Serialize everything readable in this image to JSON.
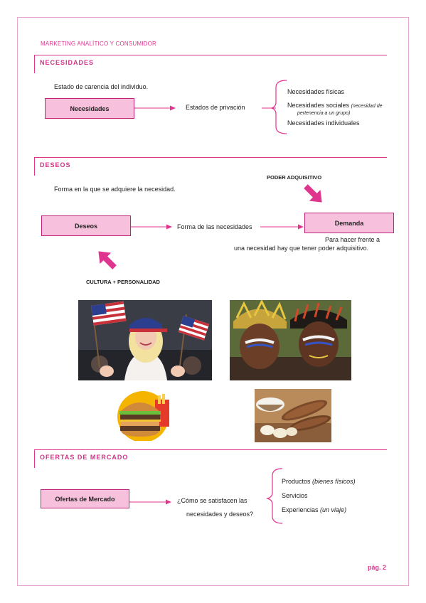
{
  "header": {
    "title": "MARKETING ANALÍTICO Y CONSUMIDOR"
  },
  "necesidades": {
    "section_title": "NECESIDADES",
    "definition": "Estado de carencia del individuo.",
    "box_label": "Necesidades",
    "arrow_text": "Estados de privación",
    "list": {
      "item1": "Necesidades físicas",
      "item2_main": "Necesidades sociales",
      "item2_note_line1": "(necesidad de",
      "item2_note_line2": "pertenencia a un grupo)",
      "item3": "Necesidades individuales"
    }
  },
  "deseos": {
    "section_title": "DESEOS",
    "poder_label": "PODER ADQUISITIVO",
    "definition": "Forma en la que se adquiere la necesidad.",
    "box_label": "Deseos",
    "arrow_text": "Forma de las necesidades",
    "demanda_label": "Demanda",
    "demanda_note_line1": "Para hacer frente a",
    "demanda_note_line2": "una necesidad hay que tener poder adquisitivo.",
    "cultura_label": "CULTURA + PERSONALIDAD"
  },
  "ofertas": {
    "section_title": "OFERTAS DE MERCADO",
    "box_label": "Ofertas de Mercado",
    "question_line1": "¿Cómo se satisfacen las",
    "question_line2": "necesidades y deseos?",
    "list": {
      "item1_main": "Productos",
      "item1_note": "(bienes físicos)",
      "item2": "Servicios",
      "item3_main": "Experiencias",
      "item3_note": "(un viaje)"
    }
  },
  "footer": {
    "page": "pág. 2"
  },
  "colors": {
    "accent": "#e0358f",
    "box_fill": "#f7c0dc",
    "box_border": "#c0237a"
  }
}
